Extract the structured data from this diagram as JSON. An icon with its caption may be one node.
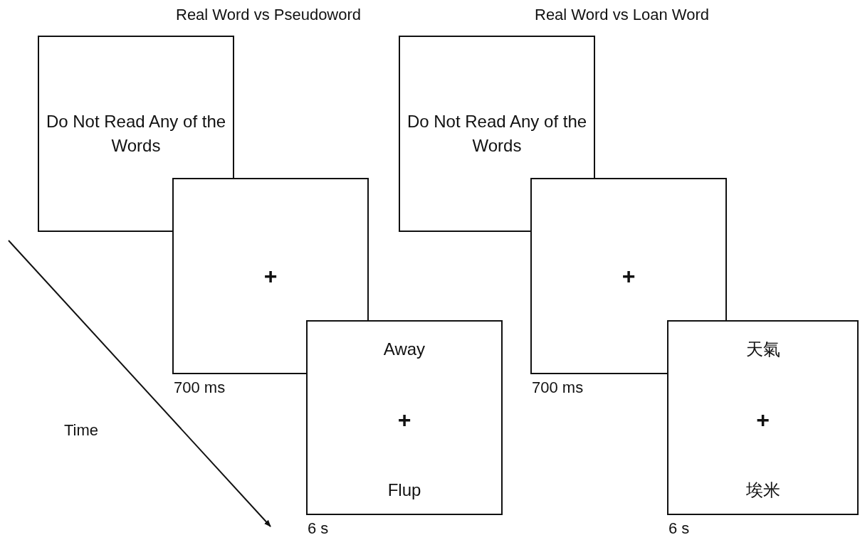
{
  "diagram": {
    "nodes": [
      {
        "text": [
          "Do Not Read Any of the Words"
        ]
      },
      {
        "text": [
          "+"
        ],
        "beside": [
          "700 ms"
        ]
      },
      {
        "text": [
          "Away",
          "+",
          "Flup"
        ],
        "beside": [
          "6 s"
        ]
      },
      {
        "text": [
          "Do Not Read Any of the Words"
        ]
      },
      {
        "text": [
          "+"
        ],
        "beside": [
          "700 ms"
        ]
      },
      {
        "text": [
          "天氣",
          "+",
          "埃米"
        ],
        "beside": [
          "6 s"
        ]
      }
    ],
    "labels": [
      "Real Word vs Pseudoword",
      "Real Word vs Loan Word",
      "Time"
    ]
  }
}
